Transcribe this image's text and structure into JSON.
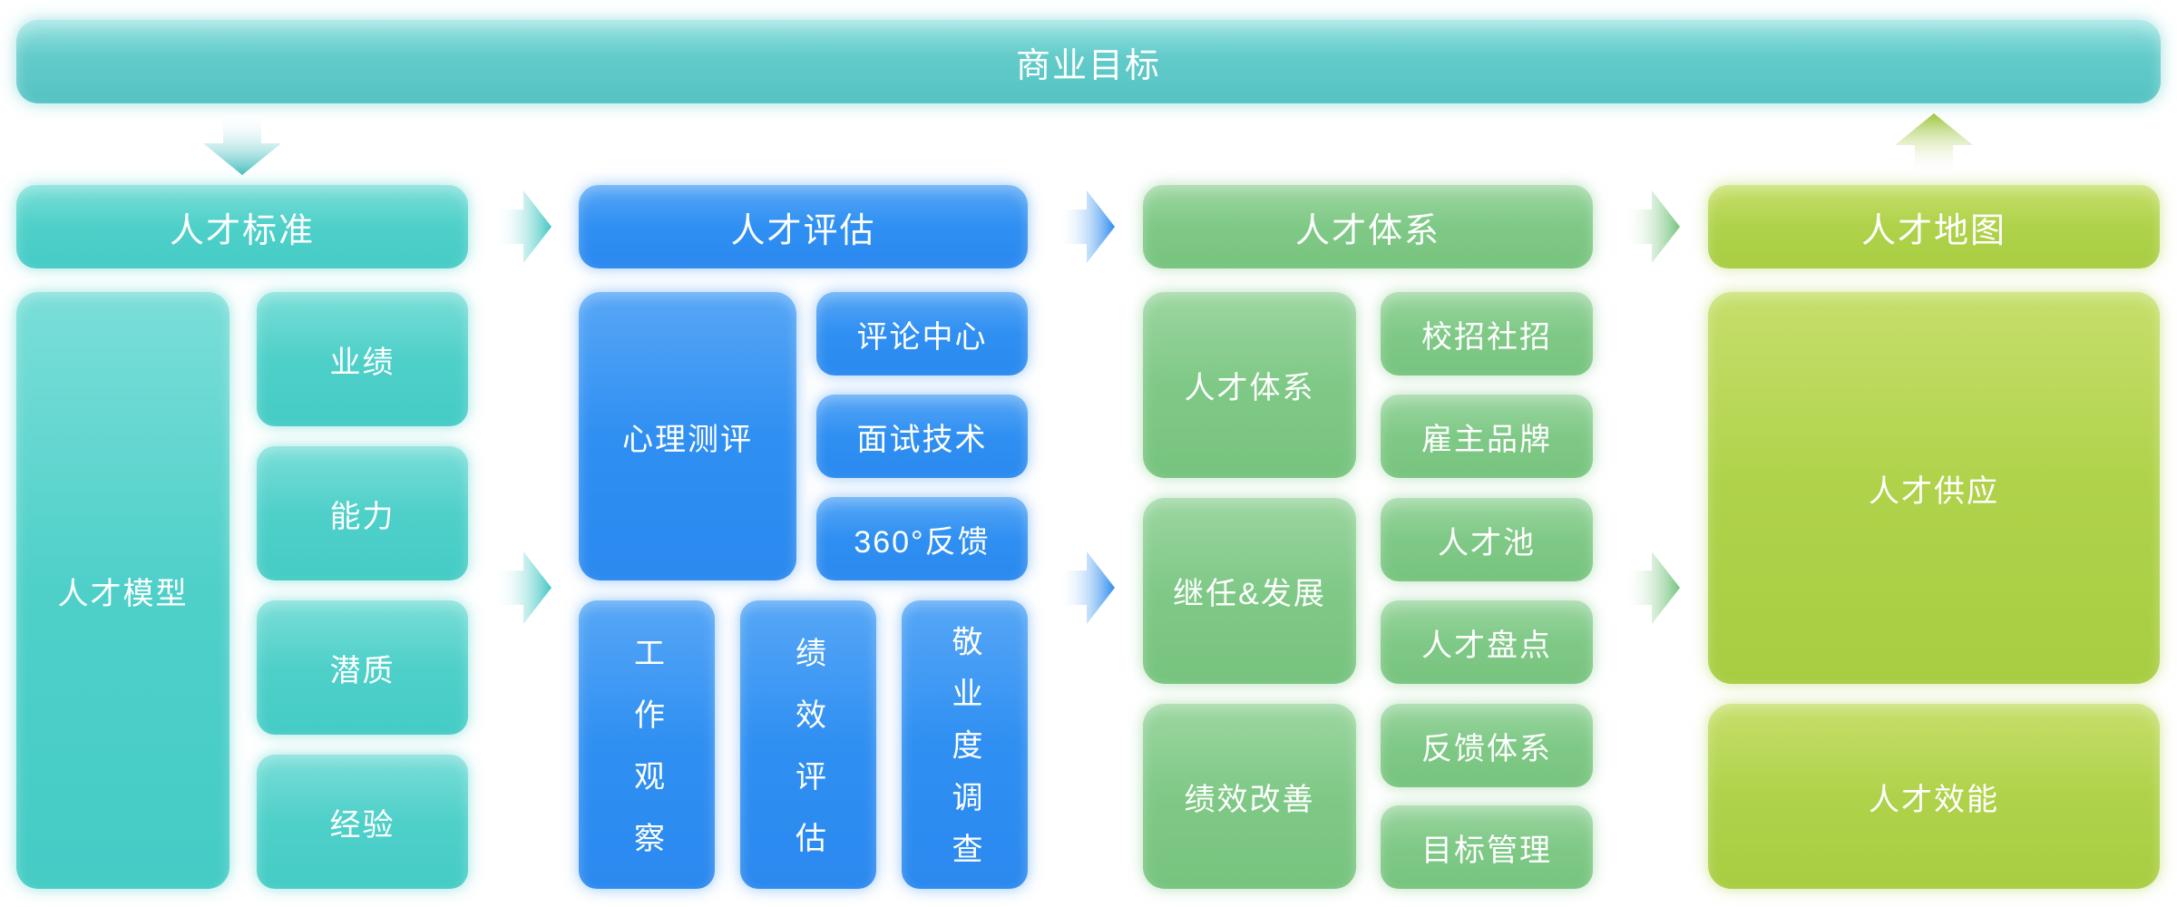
{
  "banner": {
    "label": "商业目标"
  },
  "columns": [
    {
      "theme": "teal",
      "header": {
        "label": "人才标准"
      },
      "model_box": {
        "label": "人才模型"
      },
      "sub_boxes": [
        {
          "label": "业绩"
        },
        {
          "label": "能力"
        },
        {
          "label": "潜质"
        },
        {
          "label": "经验"
        }
      ]
    },
    {
      "theme": "blue",
      "header": {
        "label": "人才评估"
      },
      "model_box": {
        "label": "心理测评"
      },
      "sub_boxes": [
        {
          "label": "评论中心"
        },
        {
          "label": "面试技术"
        },
        {
          "label": "360°反馈"
        }
      ],
      "vertical_boxes": [
        {
          "label": "工作观察"
        },
        {
          "label": "绩效评估"
        },
        {
          "label": "敬业度调查"
        }
      ]
    },
    {
      "theme": "green",
      "header": {
        "label": "人才体系"
      },
      "left_boxes": [
        {
          "label": "人才体系"
        },
        {
          "label": "继任&发展"
        },
        {
          "label": "绩效改善"
        }
      ],
      "right_boxes": [
        {
          "label": "校招社招"
        },
        {
          "label": "雇主品牌"
        },
        {
          "label": "人才池"
        },
        {
          "label": "人才盘点"
        },
        {
          "label": "反馈体系"
        },
        {
          "label": "目标管理"
        }
      ]
    },
    {
      "theme": "lime",
      "header": {
        "label": "人才地图"
      },
      "boxes": [
        {
          "label": "人才供应"
        },
        {
          "label": "人才效能"
        }
      ]
    }
  ],
  "icons": {
    "flow_down": "arrow-down",
    "flow_right": "arrow-right",
    "flow_up": "arrow-up"
  },
  "colors": {
    "banner_teal": "#5AC6C6",
    "teal": "#49CFC8",
    "blue": "#2D8CF0",
    "green": "#7CC884",
    "lime": "#AFD24A",
    "text": "#FFFFFF",
    "background": "#FFFFFF"
  }
}
